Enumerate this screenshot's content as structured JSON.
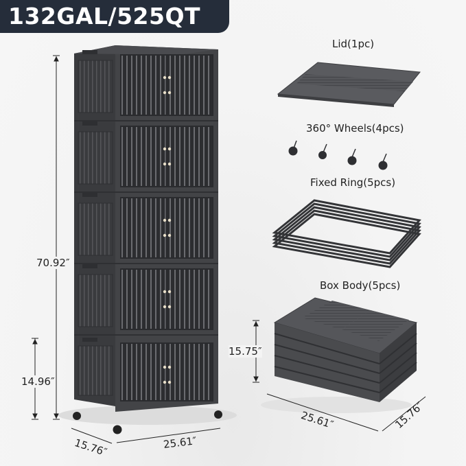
{
  "badge": {
    "text": "132GAL/525QT",
    "bg_color": "#252d3a",
    "text_color": "#ffffff"
  },
  "assembled_cabinet": {
    "tiers": 5,
    "body_color": "#3e3f42",
    "dimensions": {
      "height": "70.92″",
      "tier_height": "14.96″",
      "depth": "15.76″",
      "width": "25.61″"
    }
  },
  "components": [
    {
      "id": "lid",
      "label": "Lid(1pc)"
    },
    {
      "id": "wheels",
      "label": "360°  Wheels(4pcs)"
    },
    {
      "id": "ring",
      "label": "Fixed  Ring(5pcs)"
    },
    {
      "id": "body",
      "label": "Box  Body(5pcs)"
    }
  ],
  "folded_stack": {
    "dimensions": {
      "height": "15.75″",
      "width": "25.61″",
      "depth": "15.76″"
    }
  }
}
